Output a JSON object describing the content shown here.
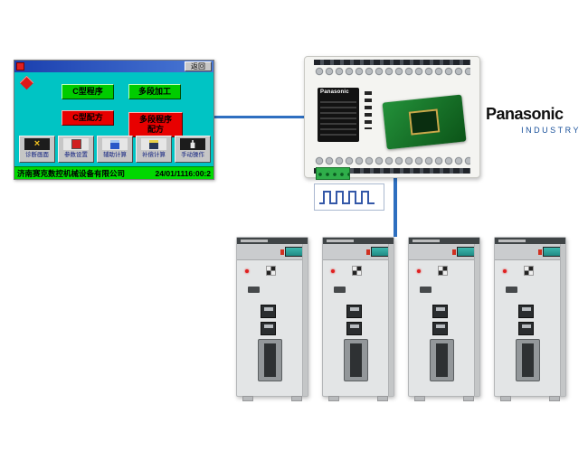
{
  "hmi": {
    "titlebar": {
      "return_label": "返回"
    },
    "menu": [
      {
        "label": "C型程序",
        "style": "green"
      },
      {
        "label": "多段加工",
        "style": "green"
      },
      {
        "label": "C型配方",
        "style": "red"
      },
      {
        "label": "多段程序配方",
        "style": "red"
      }
    ],
    "toolbar": [
      "诊断画面",
      "参数设置",
      "辅助计算",
      "补偿计算",
      "手动操作"
    ],
    "status": {
      "company": "济南赛克数控机械设备有限公司",
      "datetime": "24/01/1116:00:2"
    }
  },
  "plc": {
    "brand": "Panasonic"
  },
  "logo": {
    "brand": "Panasonic",
    "subtitle": "INDUSTRY"
  },
  "servos": {
    "count": 4
  },
  "colors": {
    "connection_line": "#2e6fc0",
    "hmi_background": "#00c4c4",
    "green_button": "#00cc00",
    "red_button": "#e80000",
    "status_bar": "#00d800",
    "industry_blue": "#18509a"
  }
}
